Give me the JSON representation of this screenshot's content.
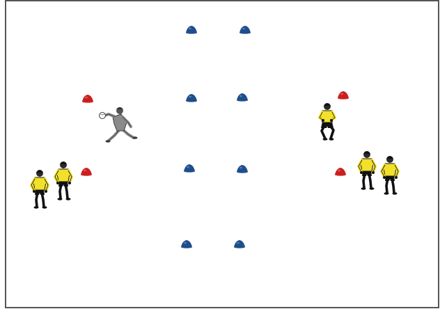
{
  "diagram": {
    "pitch": {
      "background": "#ffffff",
      "border_color": "#555555"
    },
    "colors": {
      "cone_blue": "#1f4e8c",
      "cone_red": "#cc1f1f",
      "kit_yellow": "#f2e02a",
      "kit_black": "#111111",
      "kit_grey": "#8a8a8a",
      "ball": "#ffffff"
    },
    "cone_groups": [
      {
        "name": "blue-cone",
        "color": "blue",
        "count": 8
      },
      {
        "name": "red-cone",
        "color": "red",
        "count": 4
      }
    ],
    "players": [
      {
        "name": "player-bowler",
        "kit": "grey",
        "pose": "bowling",
        "has_ball": true
      },
      {
        "name": "player-left-1",
        "kit": "yellow",
        "pose": "standing"
      },
      {
        "name": "player-left-2",
        "kit": "yellow",
        "pose": "standing"
      },
      {
        "name": "player-right-jumping",
        "kit": "yellow",
        "pose": "crouch"
      },
      {
        "name": "player-right-1",
        "kit": "yellow",
        "pose": "standing"
      },
      {
        "name": "player-right-2",
        "kit": "yellow",
        "pose": "standing"
      }
    ],
    "icons": [
      "cone-icon",
      "player-icon",
      "ball-icon"
    ]
  }
}
